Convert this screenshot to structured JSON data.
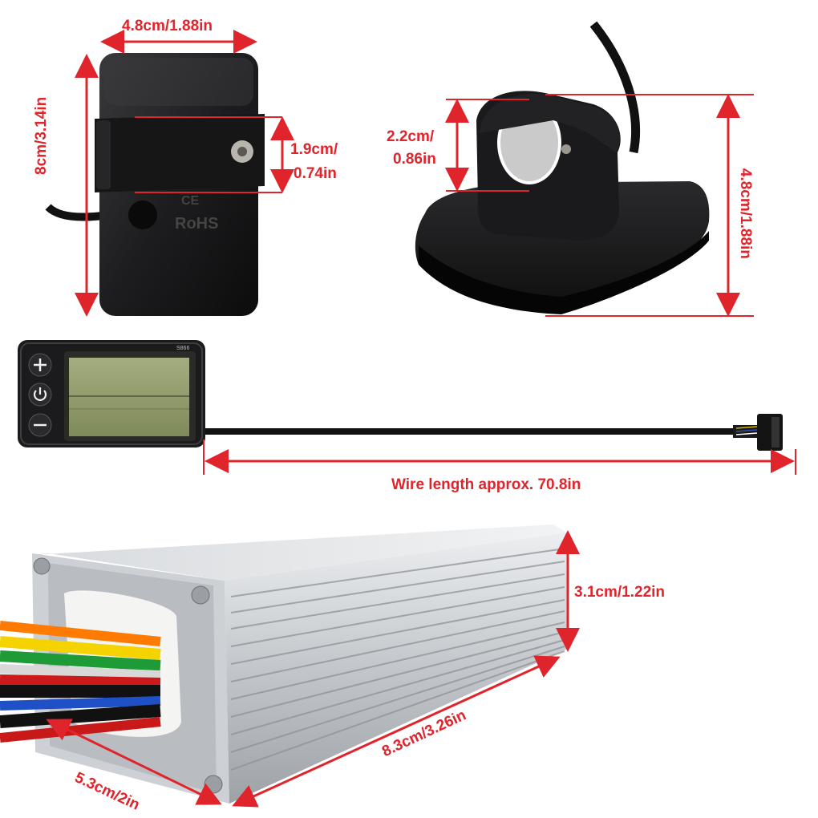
{
  "dimensions": {
    "display_width": "4.8cm/1.88in",
    "display_height": "8cm/3.14in",
    "clamp_band": "1.9cm/",
    "clamp_band_in": "0.74in",
    "bracket_diameter": "2.2cm/",
    "bracket_diameter_in": "0.86in",
    "mount_height": "4.8cm/1.88in",
    "wire_length": "Wire length approx. 70.8in",
    "controller_height": "3.1cm/1.22in",
    "controller_width": "5.3cm/2in",
    "controller_length": "8.3cm/3.26in"
  },
  "markings": {
    "ce": "CE",
    "rohs": "RoHS",
    "model": "S866"
  },
  "buttons": {
    "plus_icon": "plus-icon",
    "power_icon": "power-icon",
    "minus_icon": "minus-icon"
  },
  "colors": {
    "dimension_red": "#e0242c",
    "plastic_black": "#1c1c1e",
    "aluminum": "#c9ccd0",
    "lcd_green": "#8f9b6a"
  }
}
